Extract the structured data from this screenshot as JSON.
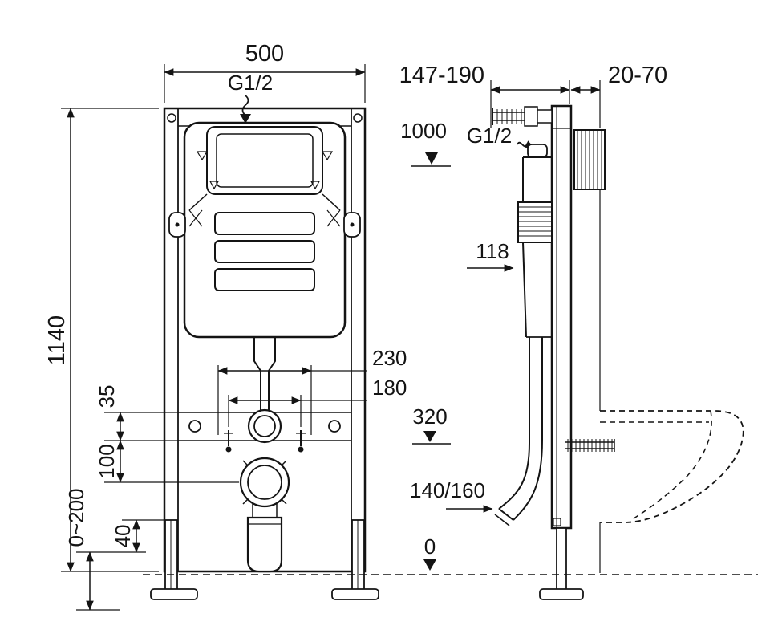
{
  "front": {
    "width": "500",
    "inlet": "G1/2",
    "height": "1140",
    "level_top": "1000",
    "bolt_span_outer": "230",
    "bolt_span_inner": "180",
    "level_mid": "320",
    "crossbar_offset": "35",
    "outlet_offset": "100",
    "foot_offset": "40",
    "foot_range": "0~200"
  },
  "side": {
    "depth_range": "147-190",
    "wall_range": "20-70",
    "inlet": "G1/2",
    "tank_depth": "118",
    "outlet_size": "140/160",
    "level_floor": "0"
  }
}
